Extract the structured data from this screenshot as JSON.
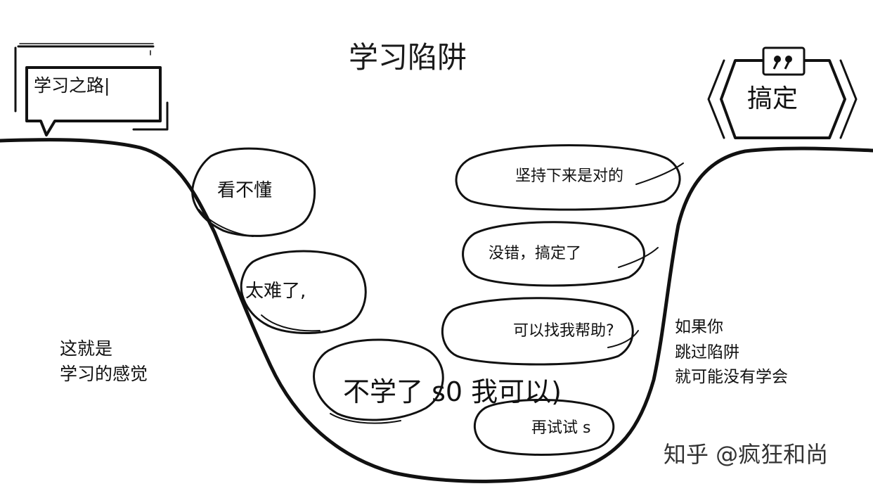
{
  "title": "学习陷阱",
  "start_label": "学习之路|",
  "done_label": "搞定",
  "bubbles": {
    "b1": "看不懂",
    "b2": "太难了,",
    "b3": "不学了 s0 我可以)",
    "b4": "坚持下来是对的",
    "b5": "没错，搞定了",
    "b6": "可以找我帮助?",
    "b7": "再试试 s"
  },
  "notes": {
    "left": [
      "这就是",
      "学习的感觉"
    ],
    "right": [
      "如果你",
      "跳过陷阱",
      "就可能没有学会"
    ]
  },
  "watermark": "知乎 @疯狂和尚"
}
